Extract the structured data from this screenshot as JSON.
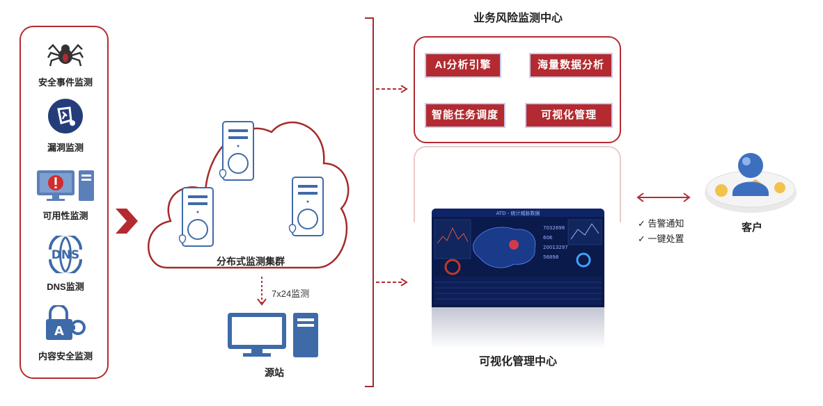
{
  "monitors": [
    {
      "label": "安全事件监测",
      "icon": "spider-icon"
    },
    {
      "label": "漏洞监测",
      "icon": "vulnerability-icon"
    },
    {
      "label": "可用性监测",
      "icon": "monitor-alert-icon"
    },
    {
      "label": "DNS监测",
      "icon": "dns-globe-icon"
    },
    {
      "label": "内容安全监测",
      "icon": "content-lock-icon"
    }
  ],
  "cluster": {
    "label": "分布式监测集群"
  },
  "link": {
    "label": "7x24监测"
  },
  "origin": {
    "label": "源站"
  },
  "risk_center": {
    "title": "业务风险监测中心",
    "modules": [
      "AI分析引擎",
      "海量数据分析",
      "智能任务调度",
      "可视化管理"
    ]
  },
  "vis_center": {
    "title": "可视化管理中心",
    "dashboard_title": "ATD - 统计威胁数据",
    "stats": [
      "7032698",
      "606",
      "20013297",
      "56898"
    ]
  },
  "notifications": [
    "告警通知",
    "一键处置"
  ],
  "customer": {
    "label": "客户"
  },
  "colors": {
    "accent": "#b32b30",
    "blue": "#3e6aa8",
    "navy": "#0a1a4a"
  }
}
